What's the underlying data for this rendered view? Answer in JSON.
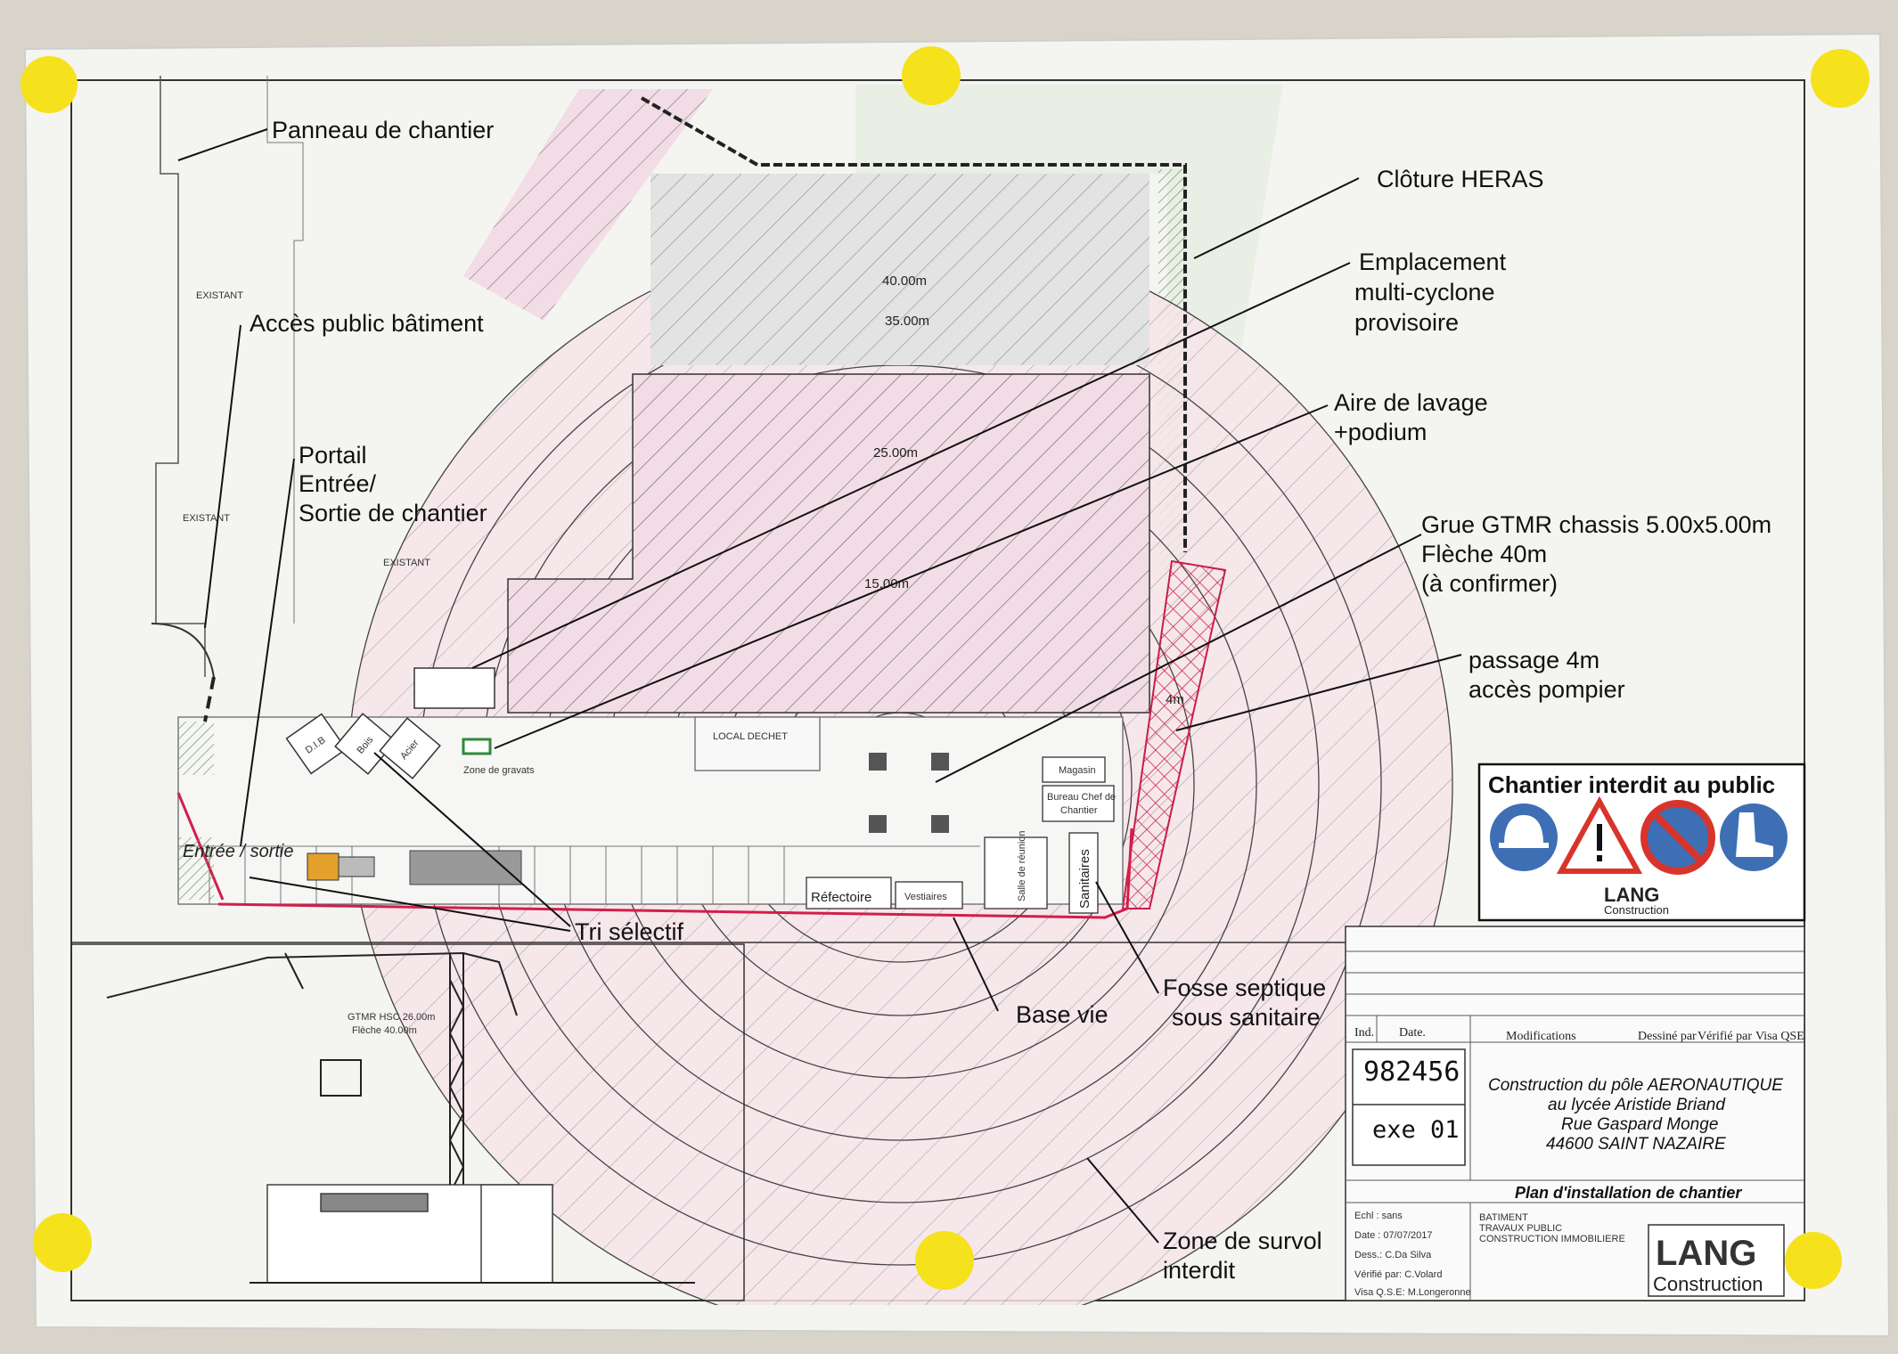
{
  "labels": {
    "panneau": "Panneau de chantier",
    "acces_public": "Accès public bâtiment",
    "portail_1": "Portail",
    "portail_2": "Entrée/",
    "portail_3": "Sortie de chantier",
    "cloture": "Clôture HERAS",
    "emplacement_1": "Emplacement",
    "emplacement_2": "multi-cyclone",
    "emplacement_3": "provisoire",
    "aire_1": "Aire de lavage",
    "aire_2": "+podium",
    "grue_1": "Grue GTMR chassis 5.00x5.00m",
    "grue_2": "Flèche 40m",
    "grue_3": "(à confirmer)",
    "passage_1": "passage 4m",
    "passage_2": "accès pompier",
    "tri": "Tri sélectif",
    "base_vie": "Base vie",
    "fosse_1": "Fosse septique",
    "fosse_2": "sous sanitaire",
    "zone_1": "Zone de survol",
    "zone_2": "interdit"
  },
  "plan": {
    "r40": "40.00m",
    "r35": "35.00m",
    "r25": "25.00m",
    "r15": "15.00m",
    "entree": "Entrée / sortie",
    "refectoire": "Réfectoire",
    "vestiaires": "Vestiaires",
    "salle": "Salle de réunion",
    "sanitaires": "Sanitaires",
    "magasin": "Magasin",
    "bureau_1": "Bureau Chef de",
    "bureau_2": "Chantier",
    "dib": "D.I.B",
    "bois": "Bois",
    "acier": "Acier",
    "local_dechet": "LOCAL DECHET",
    "zone_gravats": "Zone de gravats",
    "existant_1": "EXISTANT",
    "existant_2": "EXISTANT",
    "existant_3": "EXISTANT",
    "marker_4m": "4m",
    "crane_label_1": "GTMR HSC 26.00m",
    "crane_label_2": "Flèche 40.00m"
  },
  "sign": {
    "title": "Chantier interdit au public",
    "brand": "LANG",
    "brand_sub": "Construction",
    "icons": [
      "helmet-icon",
      "warning-icon",
      "no-parking-icon",
      "safety-boot-icon"
    ]
  },
  "title_block": {
    "col_ind": "Ind.",
    "col_date": "Date.",
    "col_modifications": "Modifications",
    "col_dessine": "Dessiné par",
    "col_verifie": "Vérifié par",
    "col_visa": "Visa QSE",
    "number": "982456",
    "exe": "exe 01",
    "project_1": "Construction du pôle AERONAUTIQUE",
    "project_2": "au lycée Aristide Briand",
    "project_3": "Rue Gaspard Monge",
    "project_4": "44600 SAINT NAZAIRE",
    "plan_title": "Plan d'installation de chantier",
    "row_echelle": "Echl : sans",
    "row_date": "Date : 07/07/2017",
    "row_dess": "Dess.: C.Da Silva",
    "row_verif": "Vérifié par: C.Volard",
    "row_visa": "Visa Q.S.E: M.Longeronne",
    "company_1": "BATIMENT",
    "company_2": "TRAVAUX PUBLIC",
    "company_3": "CONSTRUCTION IMMOBILIERE",
    "brand": "LANG",
    "brand_sub": "Construction"
  },
  "colors": {
    "paper": "#f4f4f1",
    "line": "#2a2a2a",
    "pink_fill": "#f2dde6",
    "red_line": "#d21e4a",
    "green": "#7aa86a",
    "pin": "#f5e21c",
    "blue_sign": "#3e6fb4",
    "red_sign": "#d9342b"
  }
}
